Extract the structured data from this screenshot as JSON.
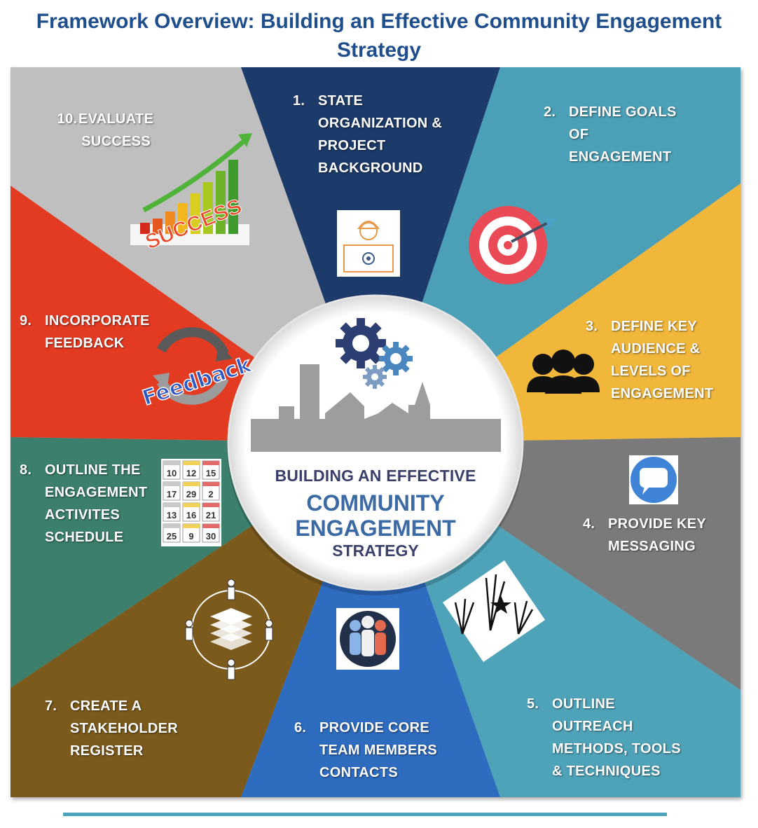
{
  "title": "Framework Overview:  Building an Effective Community Engagement Strategy",
  "center": {
    "line1": "BUILDING AN EFFECTIVE",
    "line2": "COMMUNITY",
    "line3": "ENGAGEMENT",
    "line4": "STRATEGY"
  },
  "steps": [
    {
      "num": "1.",
      "label": "STATE\nORGANIZATION &\nPROJECT\nBACKGROUND",
      "color": "#1b3a6b",
      "icon": "worker-sign-icon"
    },
    {
      "num": "2.",
      "label": "DEFINE GOALS\nOF\nENGAGEMENT",
      "color": "#4b9fb6",
      "icon": "target-icon"
    },
    {
      "num": "3.",
      "label": "DEFINE KEY\nAUDIENCE &\nLEVELS OF\nENGAGEMENT",
      "color": "#f1b73a",
      "icon": "people-group-icon"
    },
    {
      "num": "4.",
      "label": "PROVIDE KEY\nMESSAGING",
      "color": "#7a7a7a",
      "icon": "chat-bubble-icon"
    },
    {
      "num": "5.",
      "label": "OUTLINE\nOUTREACH\nMETHODS, TOOLS\n& TECHNIQUES",
      "color": "#4fa3b9",
      "icon": "raised-hands-icon"
    },
    {
      "num": "6.",
      "label": "PROVIDE CORE\nTEAM MEMBERS\nCONTACTS",
      "color": "#2f6cc0",
      "icon": "team-members-icon"
    },
    {
      "num": "7.",
      "label": "CREATE A\nSTAKEHOLDER\nREGISTER",
      "color": "#7b5a1c",
      "icon": "stakeholder-network-icon"
    },
    {
      "num": "8.",
      "label": "OUTLINE THE\nENGAGEMENT\nACTIVITES\nSCHEDULE",
      "color": "#3a7f6c",
      "icon": "calendar-icon"
    },
    {
      "num": "9.",
      "label": "INCORPORATE\nFEEDBACK",
      "color": "#e33a24",
      "icon": "feedback-cycle-icon"
    },
    {
      "num": "10.",
      "label": "EVALUATE\nSUCCESS",
      "color": "#bfbfbf",
      "icon": "success-growth-icon"
    }
  ],
  "feedback_word": "Feedback",
  "success_word": "SUCCESS",
  "calendar_dates": [
    "10",
    "12",
    "15",
    "17",
    "29",
    "2",
    "13",
    "16",
    "21",
    "25",
    "9",
    "30"
  ],
  "colors": {
    "title": "#1f4e8c",
    "footer_line": "#4aa3b8",
    "center_text": "#3b6aa5"
  }
}
